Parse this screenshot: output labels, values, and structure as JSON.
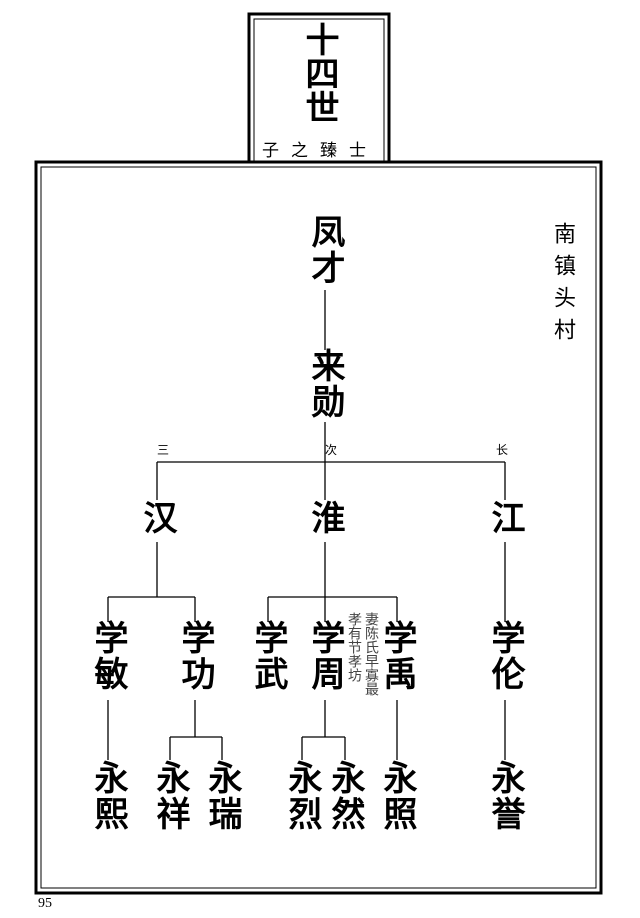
{
  "header": {
    "generation": "十四世",
    "subtitle": "子之臻士"
  },
  "village": "南镇头村",
  "nodes": {
    "root": "凤才",
    "gen2": "来勋",
    "han": "汉",
    "huai": "淮",
    "jiang": "江",
    "xuemin": "学敏",
    "xuegong": "学功",
    "xuewu": "学武",
    "xuezhou": "学周",
    "xueyu": "学禹",
    "xuelun": "学伦",
    "yongxi": "永熙",
    "yongxiang": "永祥",
    "yongrui": "永瑞",
    "yonglie": "永烈",
    "yongran": "永然",
    "yongzhao": "永照",
    "yongyu": "永誉"
  },
  "birth_order": {
    "third": "三",
    "second": "次",
    "eldest": "长"
  },
  "annotation": {
    "col1": "妻陈氏早寡最",
    "col2": "孝有节孝坊"
  },
  "page_number": "95"
}
